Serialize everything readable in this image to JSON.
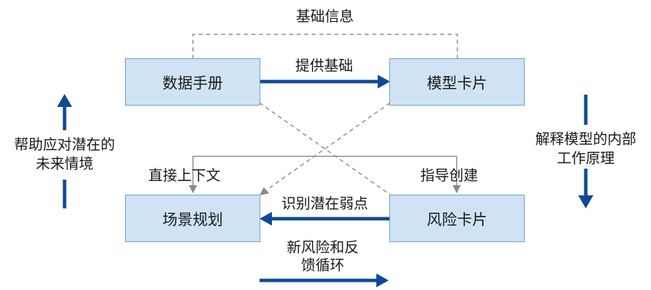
{
  "colors": {
    "box_fill": "#cfe3f5",
    "box_border": "#6b9ac9",
    "arrow_blue": "#0f4a96",
    "dash_gray": "#8a8a8a"
  },
  "top_label": "基础信息",
  "boxes": {
    "data_manual": "数据手册",
    "model_card": "模型卡片",
    "scenario_planning": "场景规划",
    "risk_card": "风险卡片"
  },
  "edges": {
    "provide_basis": "提供基础",
    "identify_weakness": "识别潜在弱点",
    "direct_context": "直接上下文",
    "guide_creation": "指导创建"
  },
  "bottom": {
    "line1": "新风险和反",
    "line2": "馈循环"
  },
  "left_side": {
    "line1": "帮助应对潜在的",
    "line2": "未来情境"
  },
  "right_side": {
    "line1": "解释模型的内部",
    "line2": "工作原理"
  }
}
